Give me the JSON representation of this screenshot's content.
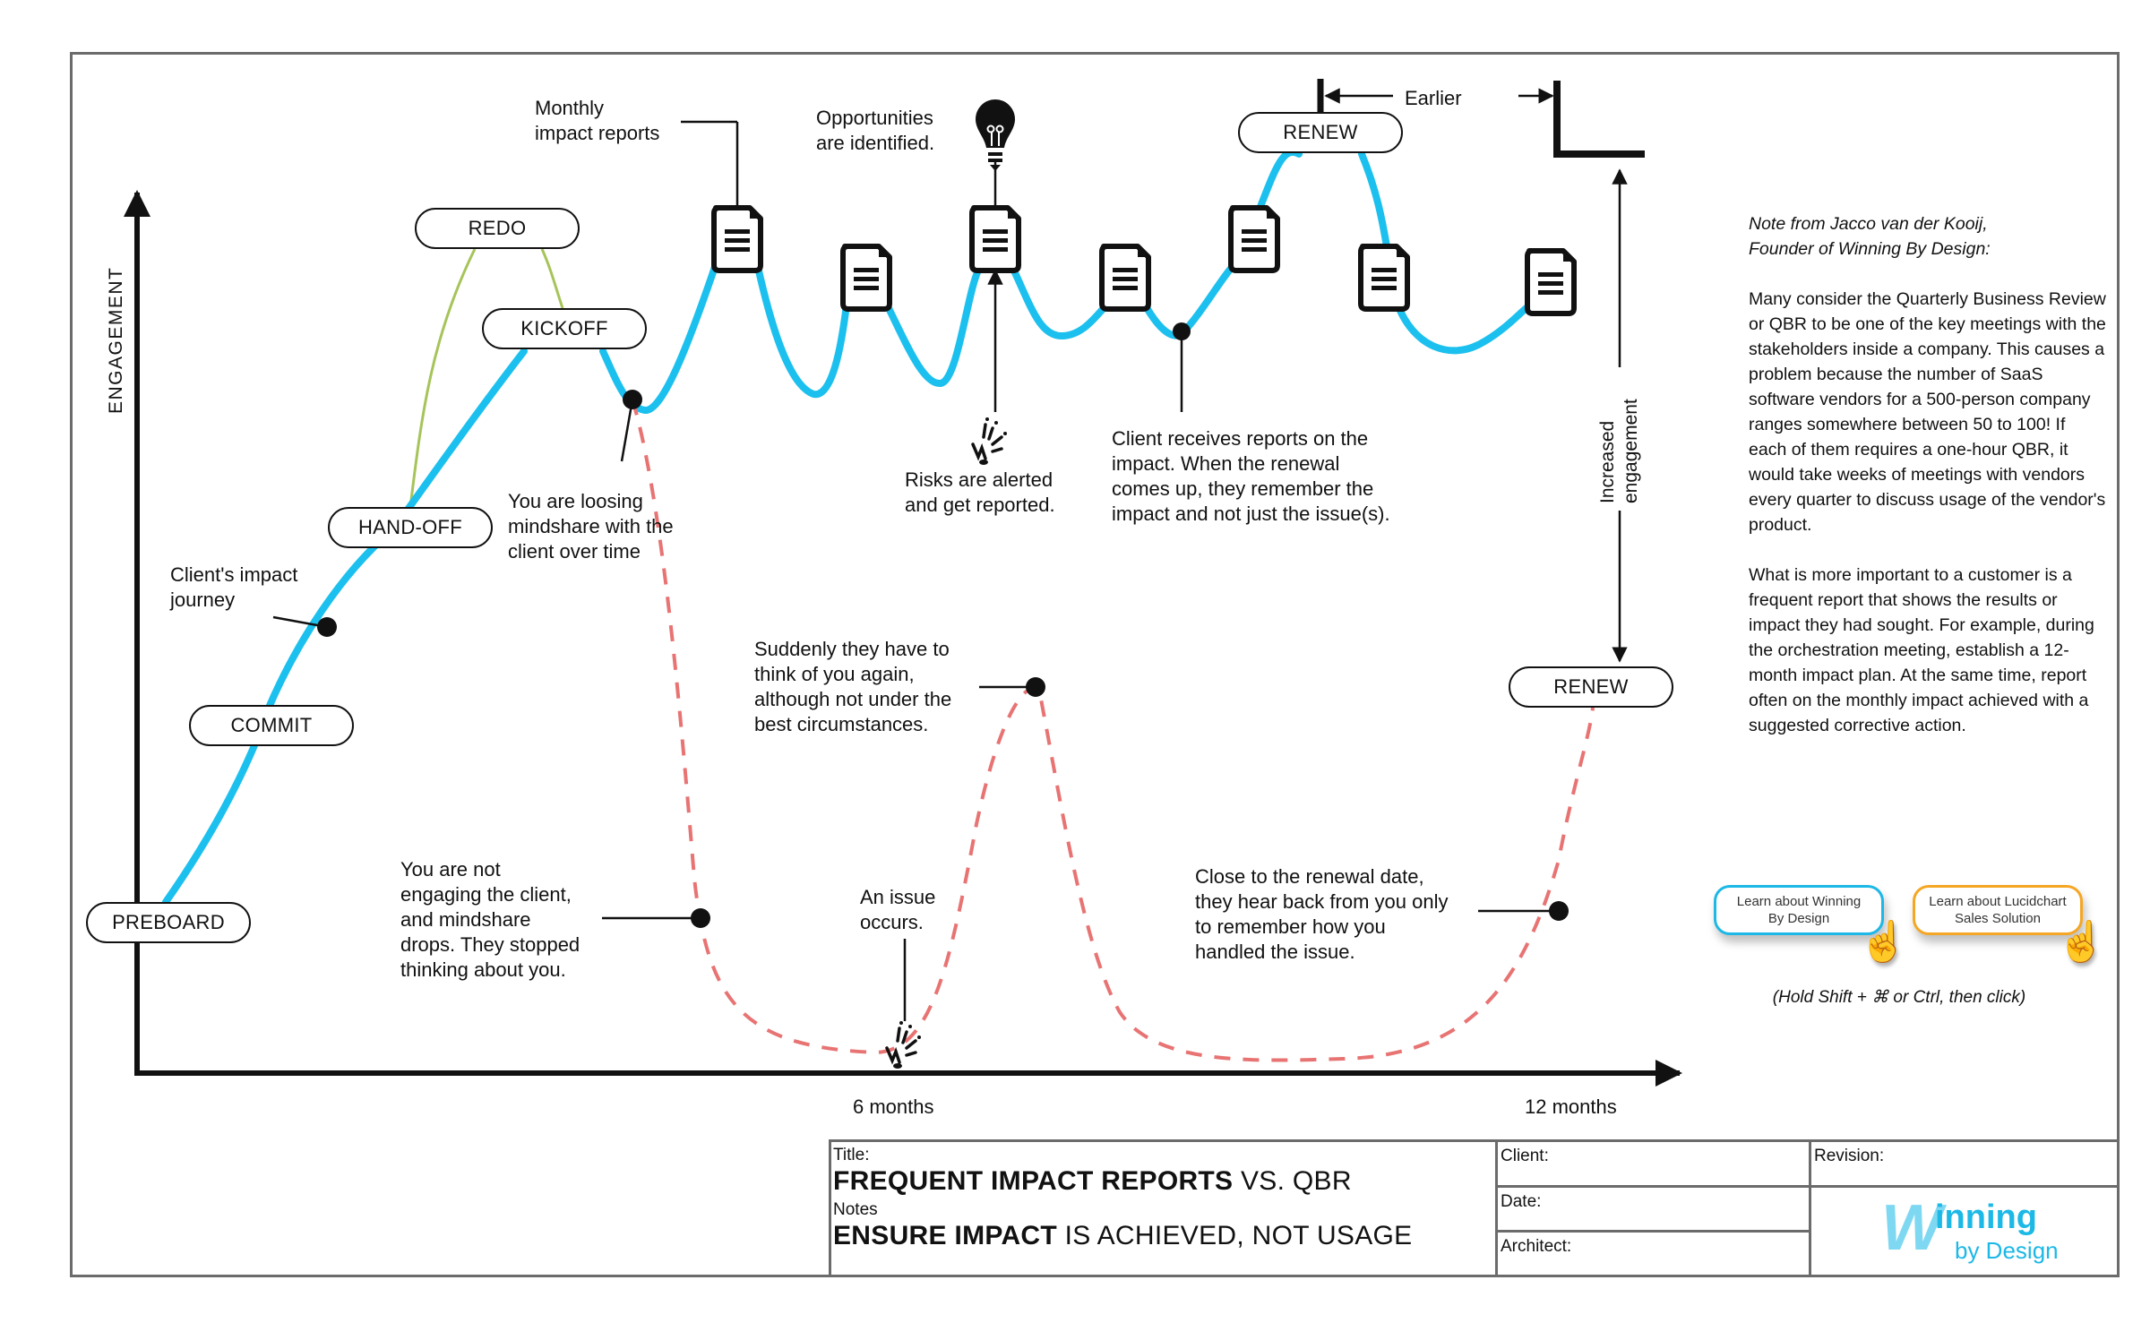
{
  "diagram": {
    "y_axis_label": "ENGAGEMENT",
    "x_ticks": [
      "6 months",
      "12 months"
    ],
    "stages": {
      "preboard": "PREBOARD",
      "commit": "COMMIT",
      "handoff": "HAND-OFF",
      "kickoff": "KICKOFF",
      "redo": "REDO",
      "renew_early": "RENEW",
      "renew_late": "RENEW"
    },
    "annotations": {
      "impact_journey": "Client's impact\njourney",
      "loosing_mindshare": "You are loosing\nmindshare with the\nclient over time",
      "monthly_reports": "Monthly\nimpact reports",
      "opportunities": "Opportunities\nare identified.",
      "risks": "Risks are alerted\nand get reported.",
      "client_receives": "Client receives reports on the\nimpact. When the renewal\ncomes up, they remember the\nimpact and not just the issue(s).",
      "earlier": "Earlier",
      "increased_engagement": "Increased\nengagement",
      "not_engaging": "You are not\nengaging the client,\nand mindshare\ndrops. They stopped\nthinking about you.",
      "issue_occurs": "An issue\noccurs.",
      "suddenly": "Suddenly they have to\nthink of you again,\nalthough not under the\nbest circumstances.",
      "close_to_renewal": "Close to the renewal date,\nthey hear back from you only\nto remember how you\nhandled the issue."
    },
    "colors": {
      "impact_path": "#1cc0ee",
      "redo_path": "#a6c45a",
      "qbr_path": "#e87373",
      "ink": "#111111",
      "frame": "#6b6b6b"
    }
  },
  "note": {
    "heading_line1": "Note from Jacco van der Kooij,",
    "heading_line2": "Founder of Winning By Design:",
    "paragraph1": "Many consider the Quarterly Business Review or QBR to be one of the key meetings with the stakeholders inside a company. This causes a problem because the number of SaaS software vendors for a 500-person company ranges somewhere between 50 to 100! If each of them requires a one-hour QBR, it would take weeks of meetings with vendors every quarter to discuss usage of the vendor's product.",
    "paragraph2": "What is more important to a customer is a frequent report that shows the results or impact they had sought. For example, during the orchestration meeting, establish a 12-month impact plan. At the same time, report often on the monthly impact achieved with a suggested corrective action."
  },
  "cta": {
    "winning_label": "Learn about Winning\nBy Design",
    "lucid_label": "Learn about Lucidchart\nSales Solution",
    "hint": "(Hold Shift + ⌘ or Ctrl, then click)"
  },
  "title_block": {
    "title_label": "Title:",
    "title_bold": "FREQUENT IMPACT REPORTS",
    "title_rest": " VS. QBR",
    "notes_label": "Notes",
    "notes_bold": "ENSURE IMPACT",
    "notes_rest": " IS ACHIEVED, NOT USAGE",
    "client_label": "Client:",
    "date_label": "Date:",
    "architect_label": "Architect:",
    "revision_label": "Revision:",
    "logo_top": "inning",
    "logo_w": "W",
    "logo_bottom": "by Design"
  }
}
